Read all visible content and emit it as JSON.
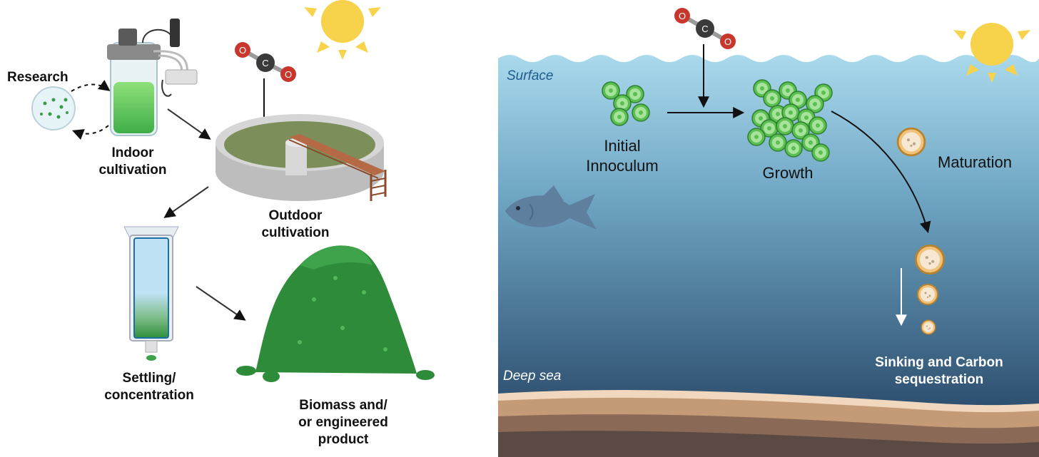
{
  "left_panel": {
    "labels": {
      "research": "Research",
      "indoor_line1": "Indoor",
      "indoor_line2": "cultivation",
      "outdoor_line1": "Outdoor",
      "outdoor_line2": "cultivation",
      "settling_line1": "Settling/",
      "settling_line2": "concentration",
      "biomass_line1": "Biomass and/",
      "biomass_line2": "or engineered",
      "biomass_line3": "product"
    }
  },
  "right_panel": {
    "labels": {
      "surface": "Surface",
      "deep_sea": "Deep sea",
      "initial_line1": "Initial",
      "initial_line2": "Innoculum",
      "growth": "Growth",
      "maturation": "Maturation",
      "sinking_line1": "Sinking and Carbon",
      "sinking_line2": "sequestration"
    }
  },
  "molecule": {
    "o_left": "O",
    "c": "C",
    "o_right": "O"
  },
  "colors": {
    "algae_green": "#5bbf52",
    "biomass_green": "#2e8b3a",
    "sun_yellow": "#f6d34a",
    "ocean_surface": "#a9d8ec",
    "ocean_deep": "#1f3b5c",
    "sediment": "#c59a76",
    "oxygen_red": "#c9372c",
    "carbon_grey": "#3a3a3a"
  }
}
